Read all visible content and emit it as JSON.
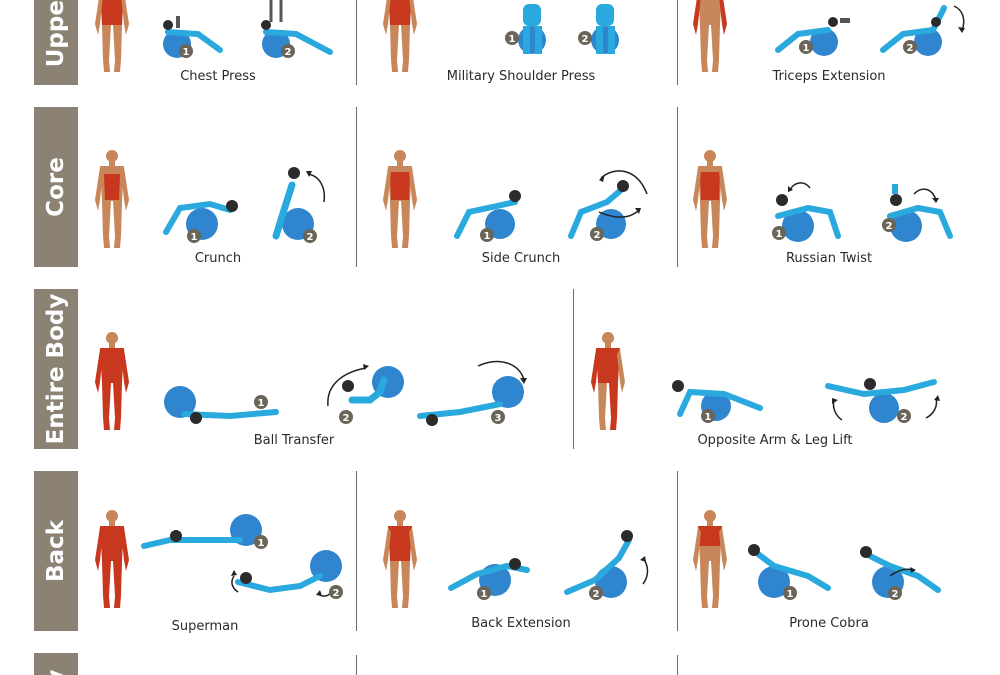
{
  "colors": {
    "band": "#8b8274",
    "skin": "#c8875a",
    "muscle": "#c7381e",
    "ball": "#2f86cf",
    "outfit": "#2aa9de",
    "hair": "#2b2b2b",
    "badge": "#6b6458",
    "arrow": "#222222"
  },
  "sections": [
    {
      "label": "Upper",
      "exercises": [
        {
          "name": "Chest Press",
          "steps": [
            "1",
            "2"
          ]
        },
        {
          "name": "Military Shoulder Press",
          "steps": [
            "1",
            "2"
          ]
        },
        {
          "name": "Triceps Extension",
          "steps": [
            "1",
            "2"
          ]
        }
      ]
    },
    {
      "label": "Core",
      "exercises": [
        {
          "name": "Crunch",
          "steps": [
            "1",
            "2"
          ]
        },
        {
          "name": "Side Crunch",
          "steps": [
            "1",
            "2"
          ]
        },
        {
          "name": "Russian Twist",
          "steps": [
            "1",
            "2"
          ]
        }
      ]
    },
    {
      "label": "Entire Body",
      "exercises": [
        {
          "name": "Ball Transfer",
          "steps": [
            "1",
            "2",
            "3"
          ]
        },
        {
          "name": "Opposite Arm & Leg Lift",
          "steps": [
            "1",
            "2"
          ]
        }
      ]
    },
    {
      "label": "Back",
      "exercises": [
        {
          "name": "Superman",
          "steps": [
            "1",
            "2"
          ]
        },
        {
          "name": "Back Extension",
          "steps": [
            "1",
            "2"
          ]
        },
        {
          "name": "Prone Cobra",
          "steps": [
            "1",
            "2"
          ]
        }
      ]
    },
    {
      "label": "y",
      "exercises": []
    }
  ]
}
